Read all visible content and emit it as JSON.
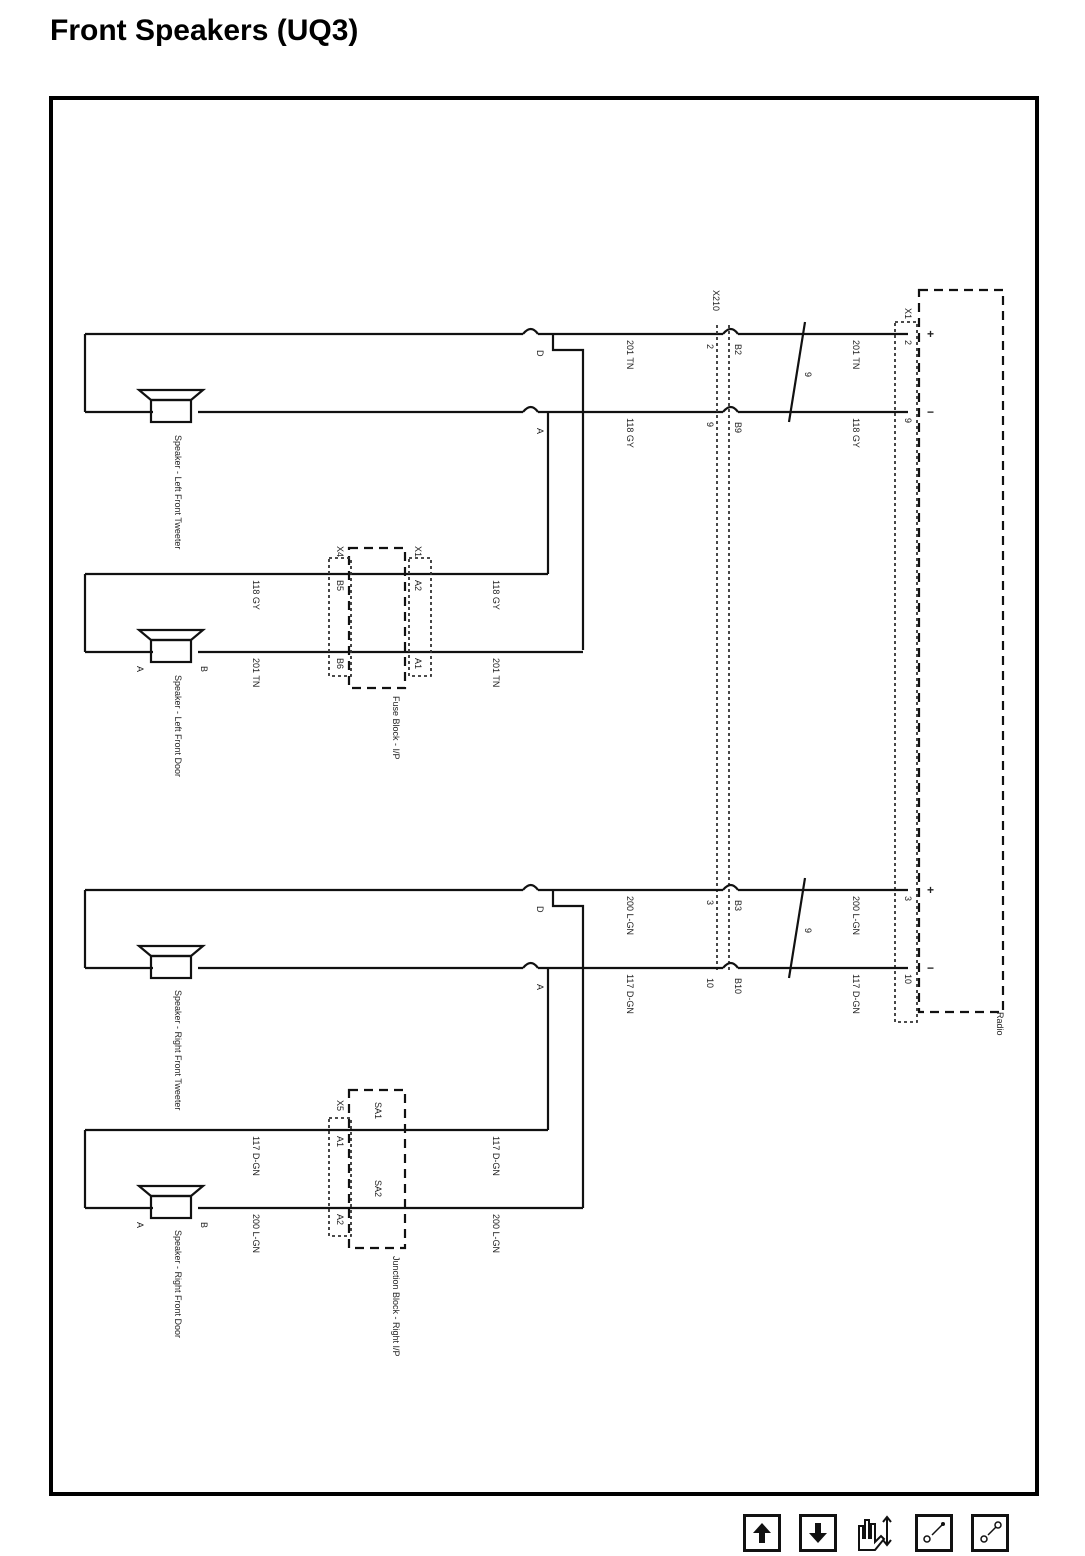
{
  "title": "Front Speakers (UQ3)",
  "components": {
    "lf_tweeter": "Speaker - Left Front Tweeter",
    "lf_door": "Speaker - Left Front Door",
    "rf_tweeter": "Speaker - Right Front Tweeter",
    "rf_door": "Speaker - Right Front Door",
    "fuse_block": "Fuse Block - I/P",
    "junction_block": "Junction Block - Right I/P",
    "radio": "Radio"
  },
  "connectors": {
    "x1": "X1",
    "x4": "X4",
    "x5": "X5",
    "x210": "X210"
  },
  "pins": {
    "tw_d": "D",
    "tw_a": "A",
    "door_a": "A",
    "door_b": "B",
    "p2": "2",
    "p9": "9",
    "p3": "3",
    "p10": "10",
    "b2": "B2",
    "b9": "B9",
    "b3": "B3",
    "b10": "B10",
    "fb_a2": "A2",
    "fb_a1": "A1",
    "fb_b5": "B5",
    "fb_b6": "B6",
    "jb_a1": "A1",
    "jb_a2": "A2",
    "jb_sa1": "SA1",
    "jb_sa2": "SA2",
    "shield": "9",
    "plus": "+",
    "minus": "−"
  },
  "wires": {
    "w201": "201 TN",
    "w118": "118 GY",
    "w200": "200 L-GN",
    "w117": "117 D-GN"
  },
  "nav": {
    "up": "arrow-up-icon",
    "down": "arrow-down-icon",
    "hand": "hand-pointer-icon",
    "locator1": "locator-icon",
    "locator2": "locator-icon"
  }
}
